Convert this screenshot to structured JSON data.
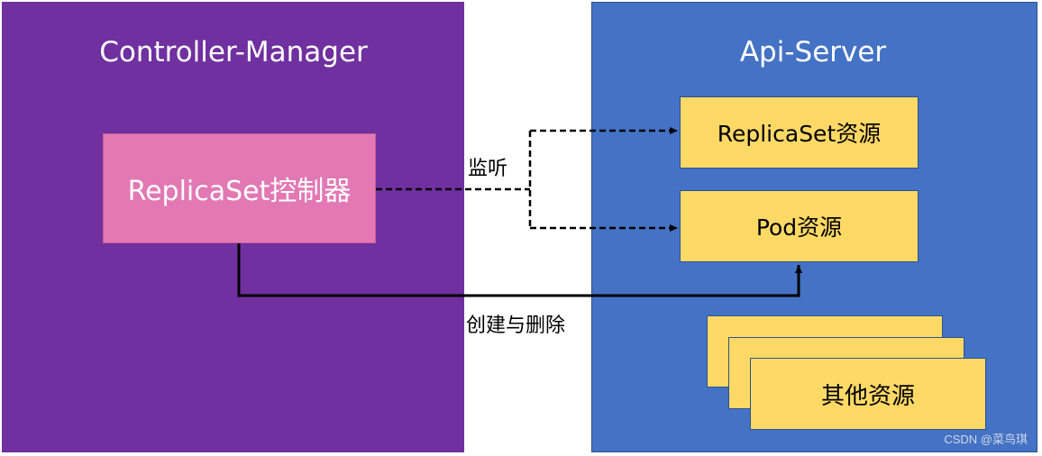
{
  "controller_manager": {
    "title": "Controller-Manager",
    "controller": "ReplicaSet控制器",
    "color": "#7030a0",
    "controller_color": "#e278b4"
  },
  "api_server": {
    "title": "Api-Server",
    "resources": [
      "ReplicaSet资源",
      "Pod资源",
      "其他资源"
    ],
    "color": "#4472c4",
    "resource_color": "#ffd966"
  },
  "edges": {
    "listen_label": "监听",
    "create_delete_label": "创建与删除"
  },
  "watermark": "CSDN @菜鸟琪"
}
